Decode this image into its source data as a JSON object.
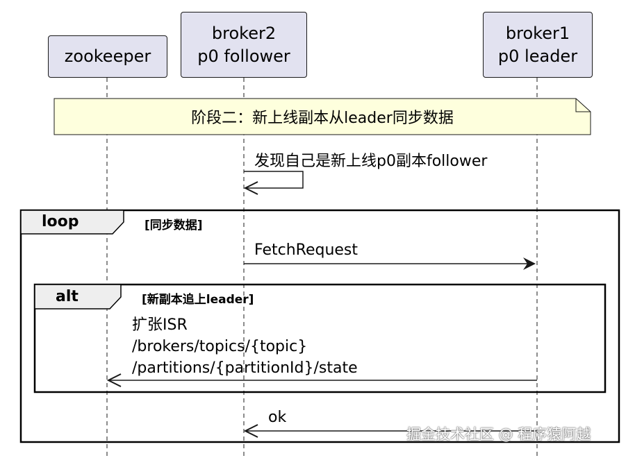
{
  "participants": {
    "zookeeper": {
      "line1": "zookeeper"
    },
    "broker2": {
      "line1": "broker2",
      "line2": "p0 follower"
    },
    "broker1": {
      "line1": "broker1",
      "line2": "p0 leader"
    }
  },
  "note": {
    "text": "阶段二：新上线副本从leader同步数据"
  },
  "messages": {
    "self_discover": "发现自己是新上线p0副本follower",
    "fetch_request": "FetchRequest",
    "expand_isr": [
      "扩张ISR",
      "/brokers/topics/{topic}",
      "/partitions/{partitionId}/state"
    ],
    "ok": "ok"
  },
  "frames": {
    "loop": {
      "keyword": "loop",
      "condition": "[同步数据]"
    },
    "alt": {
      "keyword": "alt",
      "condition": "[新副本追上leader]"
    }
  },
  "watermark": "掘金技术社区 @ 程序猿阿越",
  "colors": {
    "participant_fill": "#E2E2F0",
    "note_fill": "#FEFFDD",
    "frame_tab_fill": "#EEEEEE",
    "line": "#181818"
  }
}
